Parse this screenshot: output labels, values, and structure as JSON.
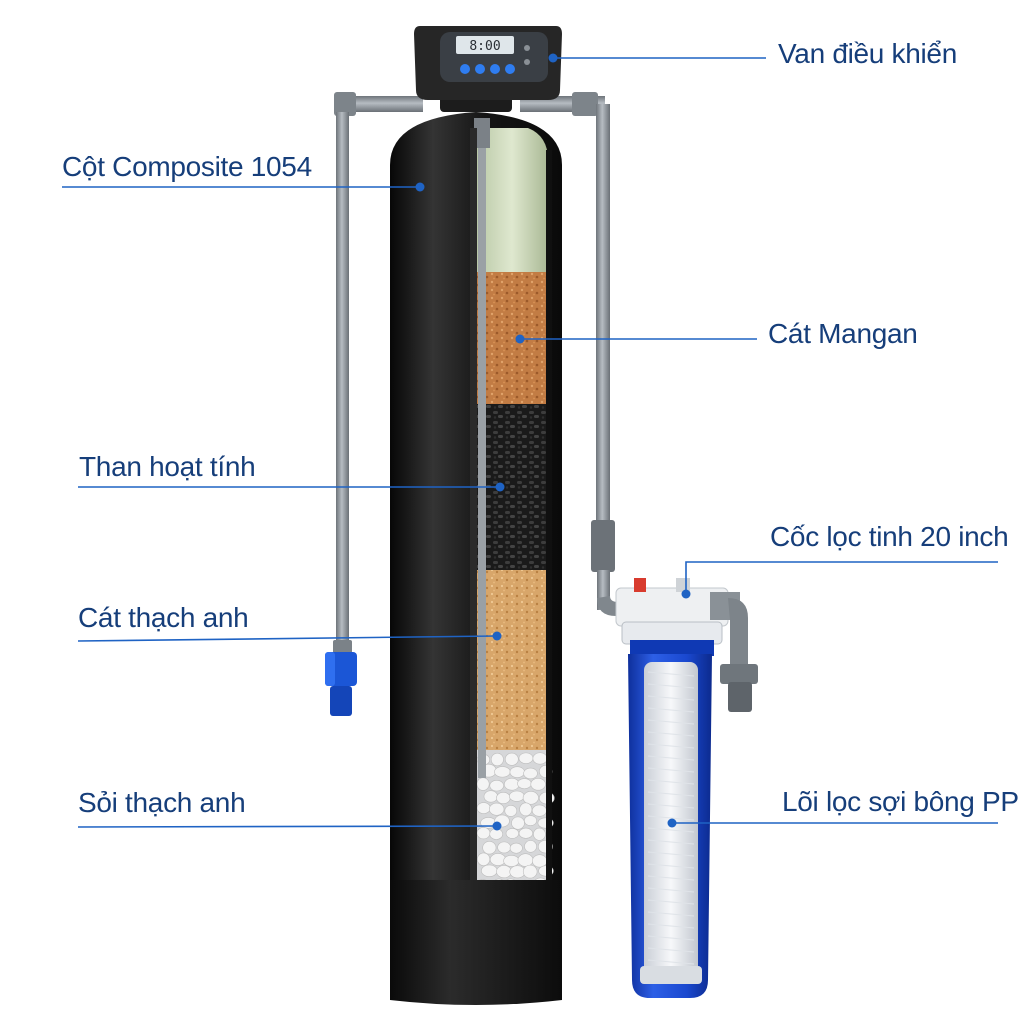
{
  "labels": {
    "control_valve": "Van điều khiển",
    "composite_tank": "Cột Composite 1054",
    "manganese_sand": "Cát Mangan",
    "activated_carbon": "Than hoạt tính",
    "fine_filter_housing": "Cốc lọc tinh 20 inch",
    "quartz_sand": "Cát thạch anh",
    "quartz_gravel": "Sỏi thạch anh",
    "pp_cartridge": "Lõi lọc sợi bông PP"
  },
  "valve_display": "8:00",
  "colors": {
    "label_text": "#163e7a",
    "leader_line": "#1f63c4",
    "tank": "#1b1b1b",
    "manganese_layer": "#c7814a",
    "carbon_layer": "#2a2a2a",
    "quartz_sand_layer": "#d9a86c",
    "gravel_layer": "#eeeeee",
    "housing_blue": "#1846c9",
    "pipe_gray": "#8c939a"
  }
}
